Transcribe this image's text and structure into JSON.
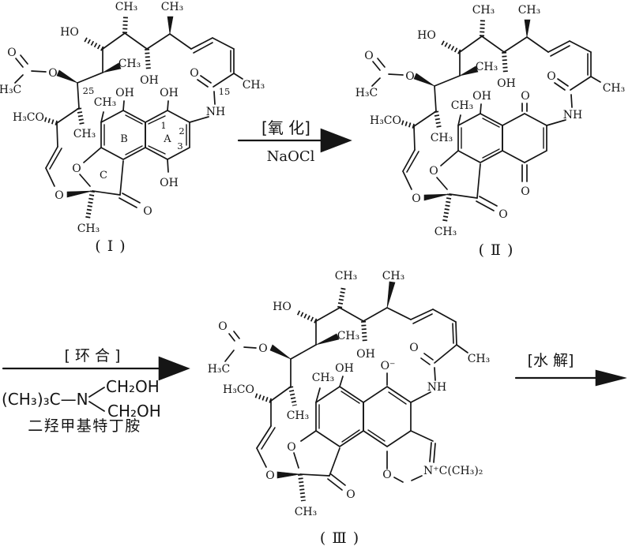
{
  "glyphs": {
    "o": "O",
    "oh": "OH",
    "ho": "HO",
    "nh": "NH",
    "ch3": "CH₃",
    "h3c": "H₃C",
    "h3co": "H₃CO",
    "o_minus": "O⁻",
    "iminium": "N⁺C(CH₃)₂"
  },
  "structure1": {
    "caption": "( Ⅰ )",
    "num_25": "25",
    "num_15": "15",
    "num_1": "1",
    "num_2": "2",
    "num_3": "3",
    "ring_a": "A",
    "ring_b": "B",
    "ring_c": "C"
  },
  "structure2": {
    "caption": "( Ⅱ )"
  },
  "structure3": {
    "caption": "( Ⅲ )"
  },
  "arrow_oxidation": {
    "label": "[氧 化]",
    "reagent": "NaOCl"
  },
  "arrow_cyclization": {
    "label": "[ 环 合 ]",
    "reagent_formula": "(CH₃)₃C—N",
    "branch_top": "CH₂OH",
    "branch_bottom": "CH₂OH",
    "reagent_name": "二羟甲基特丁胺"
  },
  "arrow_hydrolysis": {
    "label": "[水 解]"
  },
  "colors": {
    "ink": "#151515",
    "background": "#ffffff"
  }
}
